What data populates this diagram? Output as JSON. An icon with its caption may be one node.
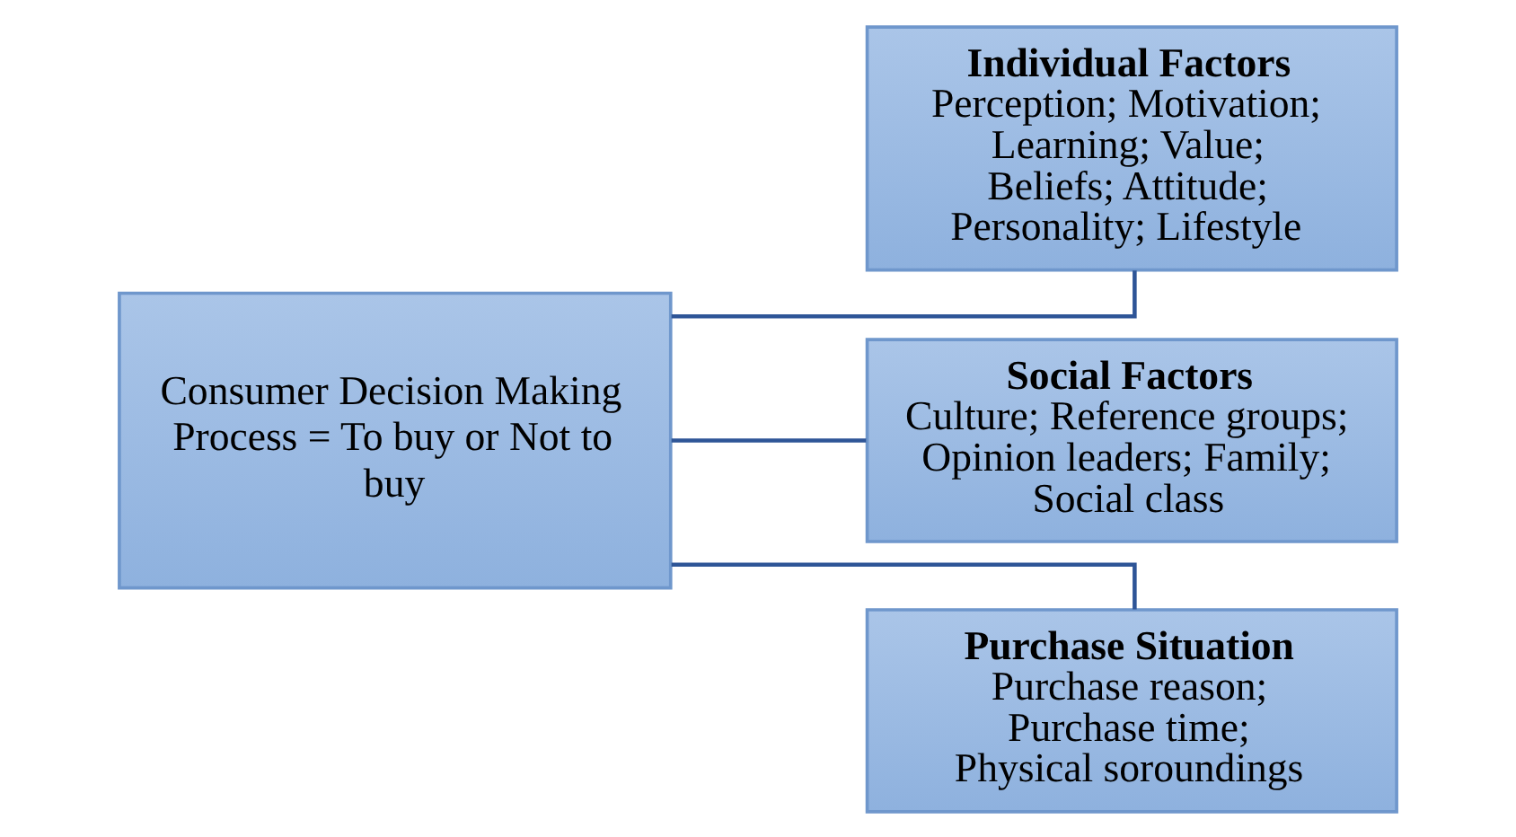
{
  "diagram": {
    "nodes": [
      {
        "text": [
          "Consumer Decision Making Process = To buy or Not to buy"
        ]
      },
      {
        "text": [
          "Individual Factors",
          "Perception; Motivation; Learning; Value; Beliefs; Attitude; Personality; Lifestyle"
        ]
      },
      {
        "text": [
          "Social Factors",
          "Culture; Reference groups; Opinion leaders; Family; Social class"
        ]
      },
      {
        "text": [
          "Purchase Situation",
          "Purchase reason; Purchase time; Physical soroundings"
        ]
      }
    ],
    "edges": [
      {
        "from": 0,
        "to": 1,
        "arrow": "none"
      },
      {
        "from": 0,
        "to": 2,
        "arrow": "none"
      },
      {
        "from": 0,
        "to": 3,
        "arrow": "none"
      }
    ]
  }
}
